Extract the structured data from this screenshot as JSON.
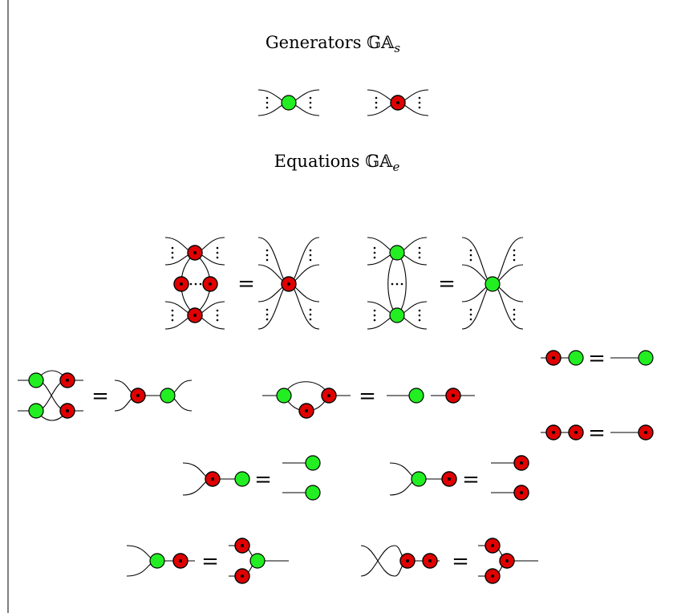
{
  "generators_title": "Generators 𝔾𝔸",
  "generators_sub": "s",
  "equations_title": "Equations 𝔾𝔸",
  "equations_sub": "e",
  "equals_sign": "=",
  "colors": {
    "green_spider": "#22ee22",
    "red_spider": "#e00000",
    "wire": "#000000"
  },
  "node_kinds": [
    "green-spider",
    "red-spider"
  ]
}
